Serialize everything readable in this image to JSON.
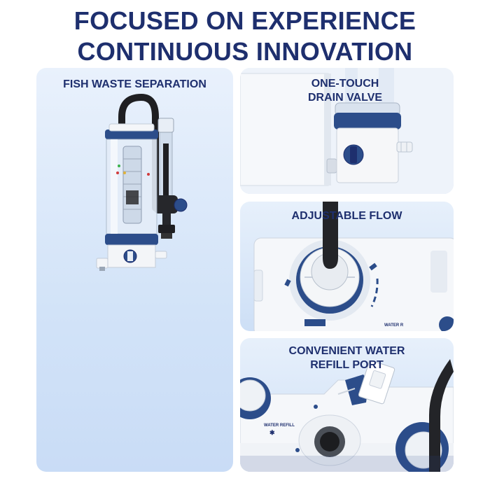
{
  "headline": {
    "line1": "FOCUSED ON EXPERIENCE",
    "line2": "CONTINUOUS INNOVATION"
  },
  "panels": {
    "left": {
      "label": "FISH WASTE SEPARATION"
    },
    "drain": {
      "label_line1": "ONE-TOUCH",
      "label_line2": "DRAIN VALVE"
    },
    "flow": {
      "label": "ADJUSTABLE FLOW",
      "device_print": "WATER R"
    },
    "refill": {
      "label_line1": "CONVENIENT WATER",
      "label_line2": "REFILL PORT",
      "device_print": "WATER REFILL"
    }
  },
  "colors": {
    "brand_navy": "#1e2f6e",
    "accent_blue": "#2c4d8a",
    "panel_bg": "#d6e6f8"
  }
}
